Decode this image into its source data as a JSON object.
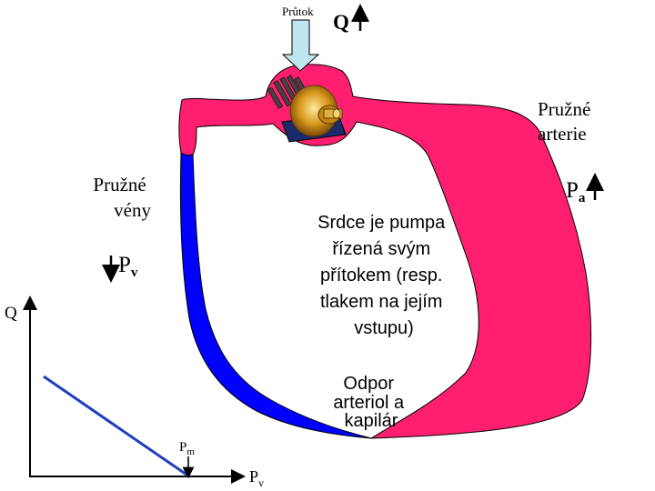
{
  "flow_label": "Průtok",
  "flow_symbol": "Q",
  "arteries_label": [
    "Pružné",
    "arterie"
  ],
  "pressure_arterial": {
    "symbol": "P",
    "subscript": "a"
  },
  "veins_label": [
    "Pružné",
    "vény"
  ],
  "pressure_venous": {
    "symbol": "P",
    "subscript": "v"
  },
  "heart_text": [
    "Srdce je pumpa",
    "řízená svým",
    "přítokem (resp.",
    "tlakem na jejím",
    "vstupu)"
  ],
  "resistance_text": [
    "Odpor",
    "arteriol a",
    "kapilár"
  ],
  "graph": {
    "y_axis_label": "Q",
    "x_axis_label": {
      "symbol": "P",
      "subscript": "v"
    },
    "marker_label": {
      "symbol": "P",
      "subscript": "m"
    }
  },
  "colors": {
    "arterial": "#ff1f6e",
    "venous": "#0000ff",
    "line": "#1f3fbf",
    "arrow_fill": "#bfe6ee"
  }
}
